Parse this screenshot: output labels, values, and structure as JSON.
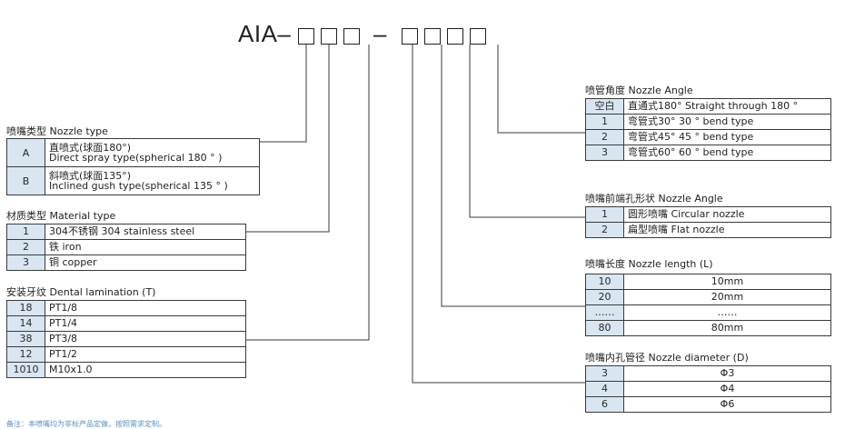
{
  "model_code": {
    "prefix": "AIA–",
    "separator": "–"
  },
  "nozzle_type": {
    "title": "喷嘴类型 Nozzle type",
    "rows": [
      {
        "code": "A",
        "line1": "直喷式(球面180°)",
        "line2": "Direct spray type(spherical 180 ° )"
      },
      {
        "code": "B",
        "line1": "斜喷式(球面135°)",
        "line2": "Inclined gush type(spherical 135 ° )"
      }
    ]
  },
  "material_type": {
    "title": "材质类型 Material type",
    "rows": [
      {
        "code": "1",
        "desc": "304不锈钢 304 stainless steel"
      },
      {
        "code": "2",
        "desc": "铁 iron"
      },
      {
        "code": "3",
        "desc": "铜 copper"
      }
    ]
  },
  "dental_lamination": {
    "title": "安装牙纹 Dental lamination (T)",
    "rows": [
      {
        "code": "18",
        "desc": "PT1/8"
      },
      {
        "code": "14",
        "desc": "PT1/4"
      },
      {
        "code": "38",
        "desc": "PT3/8"
      },
      {
        "code": "12",
        "desc": "PT1/2"
      },
      {
        "code": "1010",
        "desc": "M10x1.0"
      }
    ]
  },
  "nozzle_angle": {
    "title": "喷管角度 Nozzle Angle",
    "rows": [
      {
        "code": "空白",
        "desc": "直通式180° Straight through 180 °"
      },
      {
        "code": "1",
        "desc": "弯管式30°   30 °  bend type"
      },
      {
        "code": "2",
        "desc": "弯管式45°   45 °  bend type"
      },
      {
        "code": "3",
        "desc": "弯管式60°   60 °  bend type"
      }
    ]
  },
  "front_hole_shape": {
    "title": "喷嘴前端孔形状 Nozzle Angle",
    "rows": [
      {
        "code": "1",
        "desc": "圆形喷嘴  Circular nozzle"
      },
      {
        "code": "2",
        "desc": "扁型喷嘴  Flat nozzle"
      }
    ]
  },
  "nozzle_length": {
    "title": "喷嘴长度 Nozzle length (L)",
    "rows": [
      {
        "code": "10",
        "desc": "10mm"
      },
      {
        "code": "20",
        "desc": "20mm"
      },
      {
        "code": "……",
        "desc": "……"
      },
      {
        "code": "80",
        "desc": "80mm"
      }
    ]
  },
  "nozzle_diameter": {
    "title": "喷嘴内孔管径 Nozzle diameter (D)",
    "rows": [
      {
        "code": "3",
        "desc": "Φ3"
      },
      {
        "code": "4",
        "desc": "Φ4"
      },
      {
        "code": "6",
        "desc": "Φ6"
      }
    ]
  },
  "footnote": "备注：本喷嘴均为非标产品定做，按照需求定制。",
  "colors": {
    "code_cell_bg": "#d9e6f2",
    "line": "#3a3a3a",
    "footnote": "#5b8fc0"
  }
}
